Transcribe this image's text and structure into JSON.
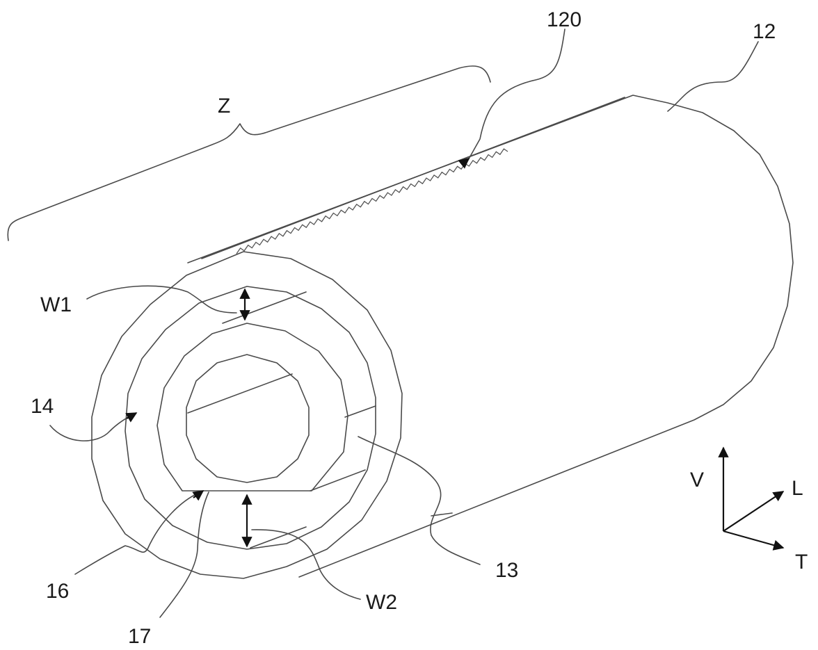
{
  "labels": {
    "z": "Z",
    "l120": "120",
    "l12": "12",
    "w1": "W1",
    "l14": "14",
    "l16": "16",
    "l17": "17",
    "w2": "W2",
    "l13": "13",
    "v": "V",
    "l": "L",
    "t": "T"
  }
}
